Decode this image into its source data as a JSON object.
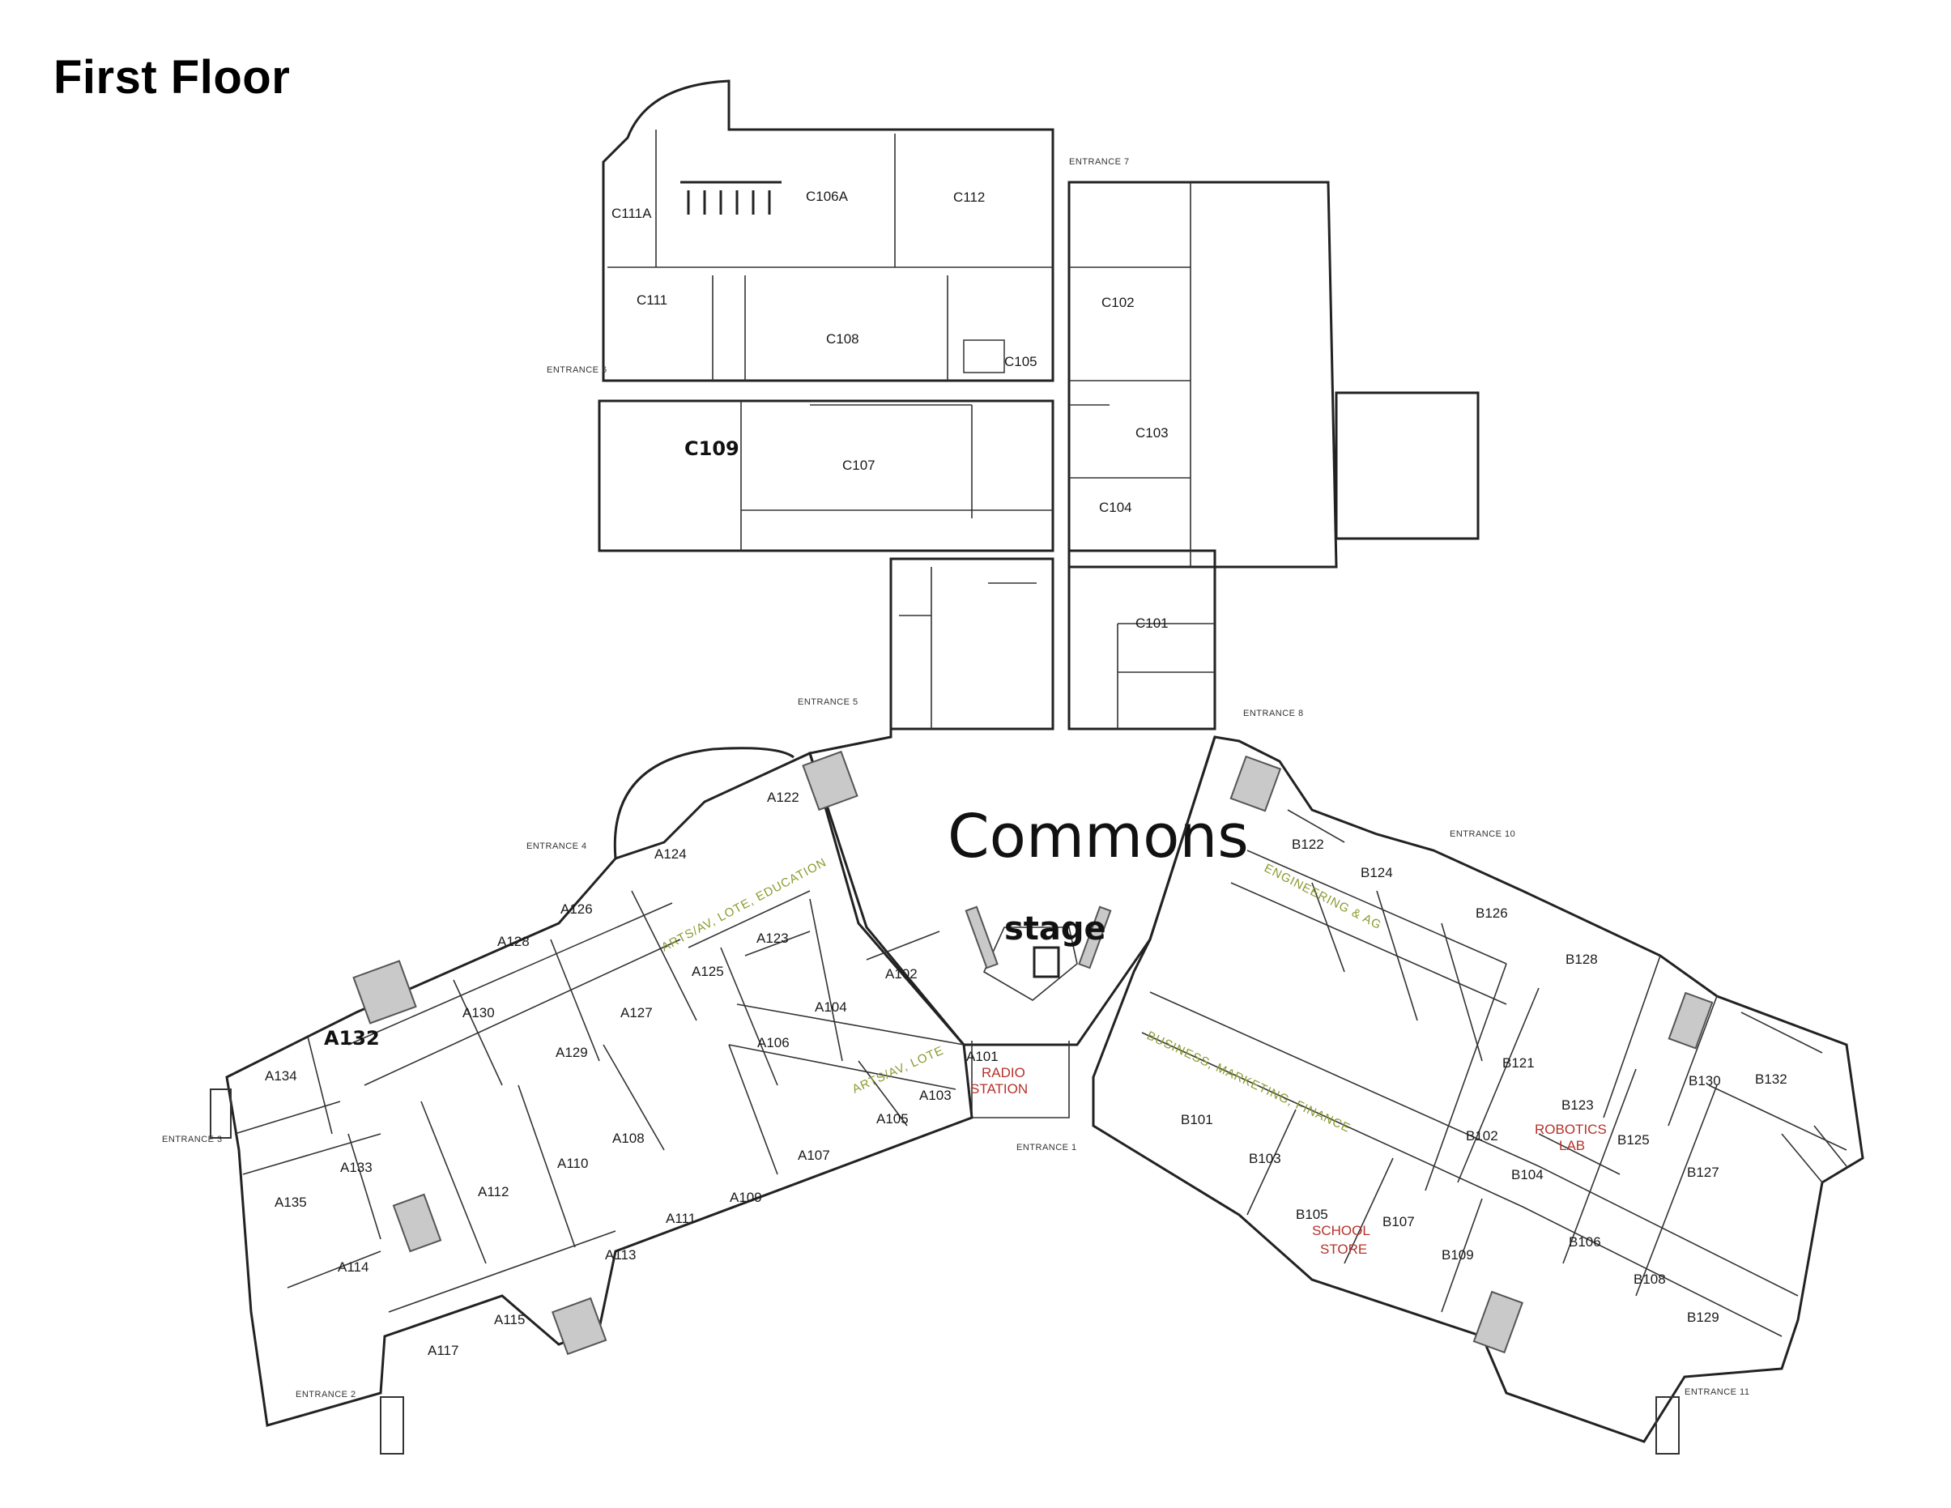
{
  "page": {
    "title": "First Floor"
  },
  "colors": {
    "wall": "#222222",
    "red_label": "#b5312a",
    "corridor_label": "#8c9a2f",
    "stair": "#c9c9c9"
  },
  "labels": {
    "commons": "Commons",
    "stage": "stage",
    "c109": "C109",
    "a132": "A132",
    "radio_station": "RADIO STATION",
    "school_store": "SCHOOL STORE",
    "robotics_lab": "ROBOTICS LAB"
  },
  "entrances": {
    "e1": "ENTRANCE 1",
    "e2": "ENTRANCE 2",
    "e3": "ENTRANCE 3",
    "e4": "ENTRANCE 4",
    "e5": "ENTRANCE 5",
    "e6": "ENTRANCE 6",
    "e7": "ENTRANCE 7",
    "e8": "ENTRANCE 8",
    "e10": "ENTRANCE 10",
    "e11": "ENTRANCE 11"
  },
  "corridors": {
    "arts_lote_education": "ARTS/AV, LOTE, EDUCATION",
    "arts_lote": "ARTS/AV, LOTE",
    "engineering": "ENGINEERING & AG",
    "business": "BUSINESS, MARKETING, FINANCE"
  },
  "rooms": {
    "C111A": "C111A",
    "C106A": "C106A",
    "C112": "C112",
    "C111": "C111",
    "C108": "C108",
    "C105": "C105",
    "C102": "C102",
    "C107": "C107",
    "C103": "C103",
    "C104": "C104",
    "C101": "C101",
    "A122": "A122",
    "A124": "A124",
    "A126": "A126",
    "A128": "A128",
    "A123": "A123",
    "A125": "A125",
    "A102": "A102",
    "A130": "A130",
    "A127": "A127",
    "A104": "A104",
    "A129": "A129",
    "A106": "A106",
    "A134": "A134",
    "A101": "A101",
    "A103": "A103",
    "A110": "A110",
    "A108": "A108",
    "A105": "A105",
    "A133": "A133",
    "A107": "A107",
    "A112": "A112",
    "A135": "A135",
    "A109": "A109",
    "A111": "A111",
    "A114": "A114",
    "A113": "A113",
    "A115": "A115",
    "A117": "A117",
    "B122": "B122",
    "B124": "B124",
    "B126": "B126",
    "B128": "B128",
    "B121": "B121",
    "B123": "B123",
    "B130": "B130",
    "B132": "B132",
    "B101": "B101",
    "B102": "B102",
    "B125": "B125",
    "B103": "B103",
    "B104": "B104",
    "B127": "B127",
    "B105": "B105",
    "B107": "B107",
    "B106": "B106",
    "B109": "B109",
    "B108": "B108",
    "B129": "B129"
  }
}
